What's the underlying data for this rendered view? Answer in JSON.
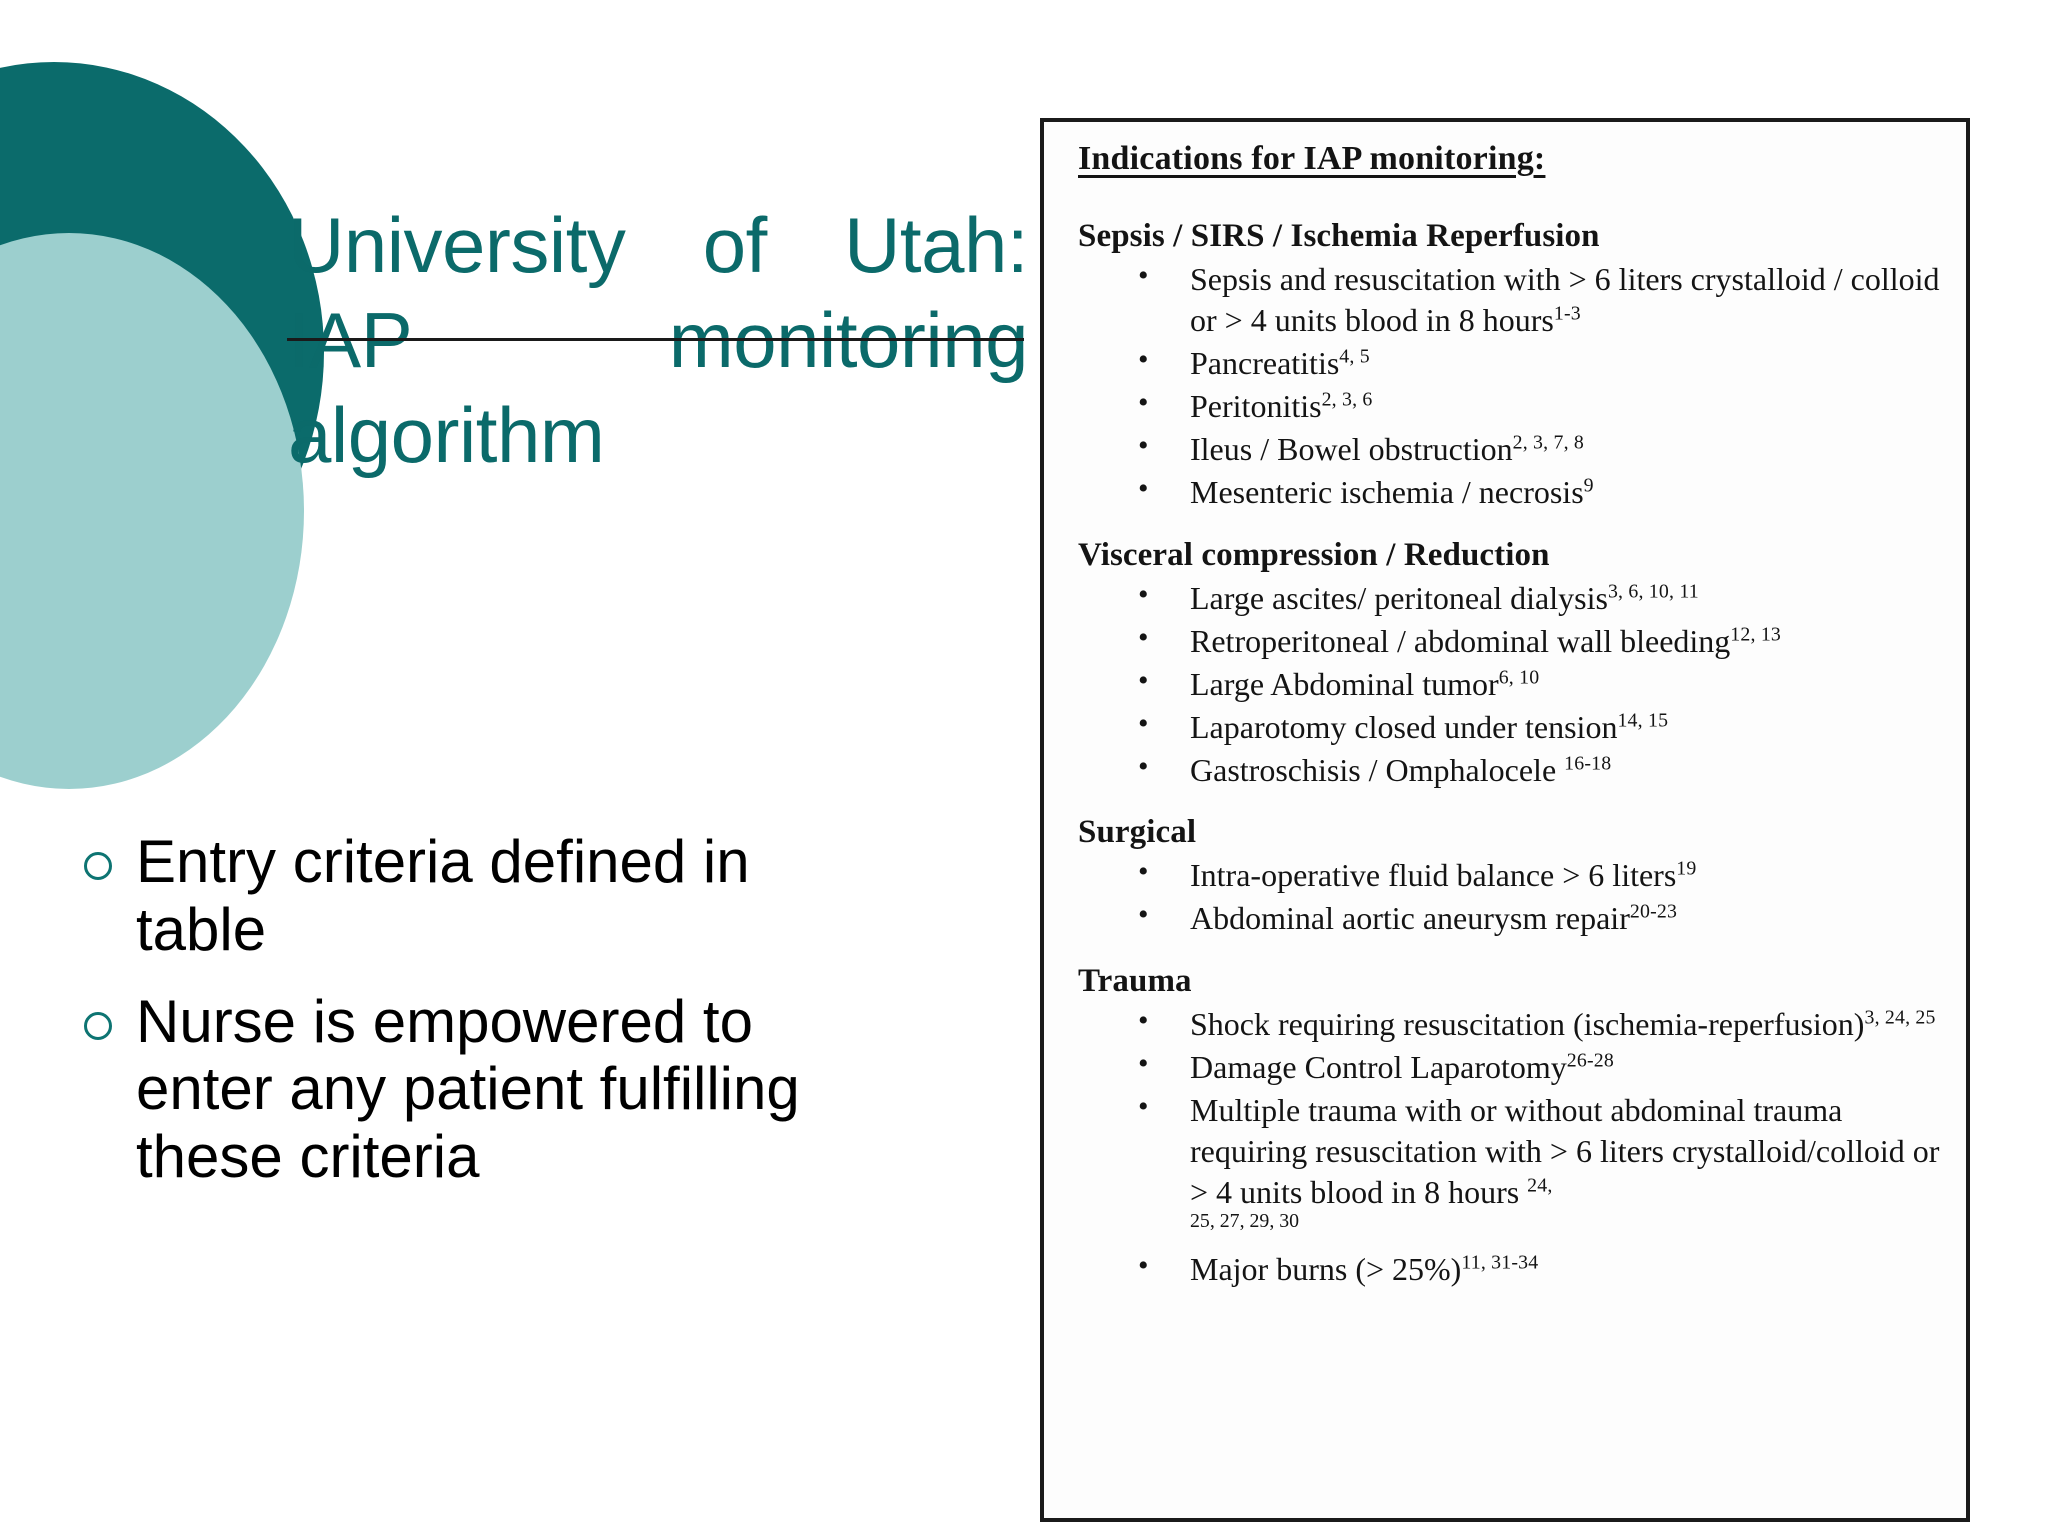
{
  "theme": {
    "accent_dark": "#0b6b6b",
    "accent_light": "#9ccfce",
    "title_color": "#0b6a6a",
    "body_color": "#000000"
  },
  "title": "University of Utah:    IAP monitoring algorithm",
  "bullets": [
    {
      "text": "Entry criteria defined in table"
    },
    {
      "text": "Nurse is empowered to enter any patient fulfilling these criteria"
    }
  ],
  "document": {
    "heading": "Indications for IAP monitoring:",
    "sections": [
      {
        "head": "Sepsis / SIRS / Ischemia Reperfusion",
        "items": [
          {
            "text": "Sepsis and resuscitation with > 6 liters crystalloid / colloid or > 4 units blood in 8 hours",
            "refs": "1-3"
          },
          {
            "text": "Pancreatitis",
            "refs": "4, 5"
          },
          {
            "text": "Peritonitis",
            "refs": "2, 3, 6"
          },
          {
            "text": "Ileus / Bowel obstruction",
            "refs": "2, 3, 7, 8"
          },
          {
            "text": "Mesenteric ischemia / necrosis",
            "refs": "9"
          }
        ]
      },
      {
        "head": "Visceral compression / Reduction",
        "items": [
          {
            "text": "Large ascites/ peritoneal dialysis",
            "refs": "3, 6, 10, 11"
          },
          {
            "text": "Retroperitoneal / abdominal wall bleeding",
            "refs": "12, 13"
          },
          {
            "text": "Large Abdominal tumor",
            "refs": "6, 10"
          },
          {
            "text": "Laparotomy closed under tension",
            "refs": "14, 15"
          },
          {
            "text": "Gastroschisis / Omphalocele ",
            "refs": "16-18"
          }
        ]
      },
      {
        "head": "Surgical",
        "items": [
          {
            "text": "Intra-operative fluid balance > 6 liters",
            "refs": "19"
          },
          {
            "text": "Abdominal aortic aneurysm repair",
            "refs": "20-23"
          }
        ]
      },
      {
        "head": "Trauma",
        "items": [
          {
            "text": "Shock requiring resuscitation (ischemia-reperfusion)",
            "refs": "3, 24, 25"
          },
          {
            "text": "Damage Control Laparotomy",
            "refs": "26-28"
          },
          {
            "text": "Multiple trauma with or without abdominal trauma requiring resuscitation with > 6 liters crystalloid/colloid or > 4 units blood in 8 hours ",
            "refs": "24,",
            "tail_refs": "25, 27, 29, 30"
          },
          {
            "text": "Major burns (> 25%)",
            "refs": "11, 31-34"
          }
        ]
      }
    ]
  }
}
